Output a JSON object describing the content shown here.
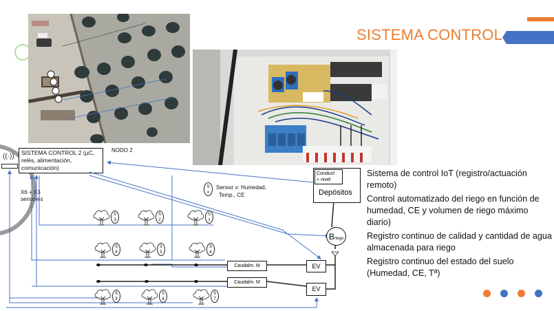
{
  "slide": {
    "title": "SISTEMA CONTROL",
    "accent_orange": "#ed7d31",
    "accent_blue": "#4472c4"
  },
  "photos": {
    "aerial": "aerial-orchard-photo",
    "cabinet": "control-cabinet-photo"
  },
  "diagram": {
    "control_box_label": "SISTEMA CONTROL 2 (µC, relés, alimentación, comunicación)",
    "node_label": "NODO 2",
    "sensor_count_label_1": "X6 + X3",
    "sensor_count_label_2": "sensores",
    "sensor_legend_symbol_top": "S",
    "sensor_legend_symbol_bottom": "x",
    "sensor_legend_text_1": "Sensor x: Humedad,",
    "sensor_legend_text_2": "Temp., CE",
    "deposit_sensor_label_1": "Conduct",
    "deposit_sensor_label_2": "+ nivel",
    "deposit_label": "Depósitos",
    "pump_label_main": "B",
    "pump_label_sub": "riego",
    "flowmeter_label_1": "Caudalm. M",
    "flowmeter_label_2": "Caudalm. M",
    "valve_label_1": "EV",
    "valve_label_2": "EV",
    "sensors": [
      {
        "id": "1"
      },
      {
        "id": "2"
      },
      {
        "id": "3"
      },
      {
        "id": "4"
      },
      {
        "id": "5"
      },
      {
        "id": "6"
      },
      {
        "id": "7"
      },
      {
        "id": "8"
      },
      {
        "id": "9"
      }
    ]
  },
  "bullets": [
    "Sistema de control IoT (registro/actuación remoto)",
    "Control automatizado del riego en función de humedad, CE y volumen de riego máximo diario)",
    "Registro continuo de calidad y cantidad de agua almacenada para riego",
    "Registro continuo del estado del suelo (Humedad, CE, Tª)"
  ],
  "pagination_dots": [
    "#ed7d31",
    "#4472c4",
    "#ed7d31",
    "#4472c4"
  ]
}
